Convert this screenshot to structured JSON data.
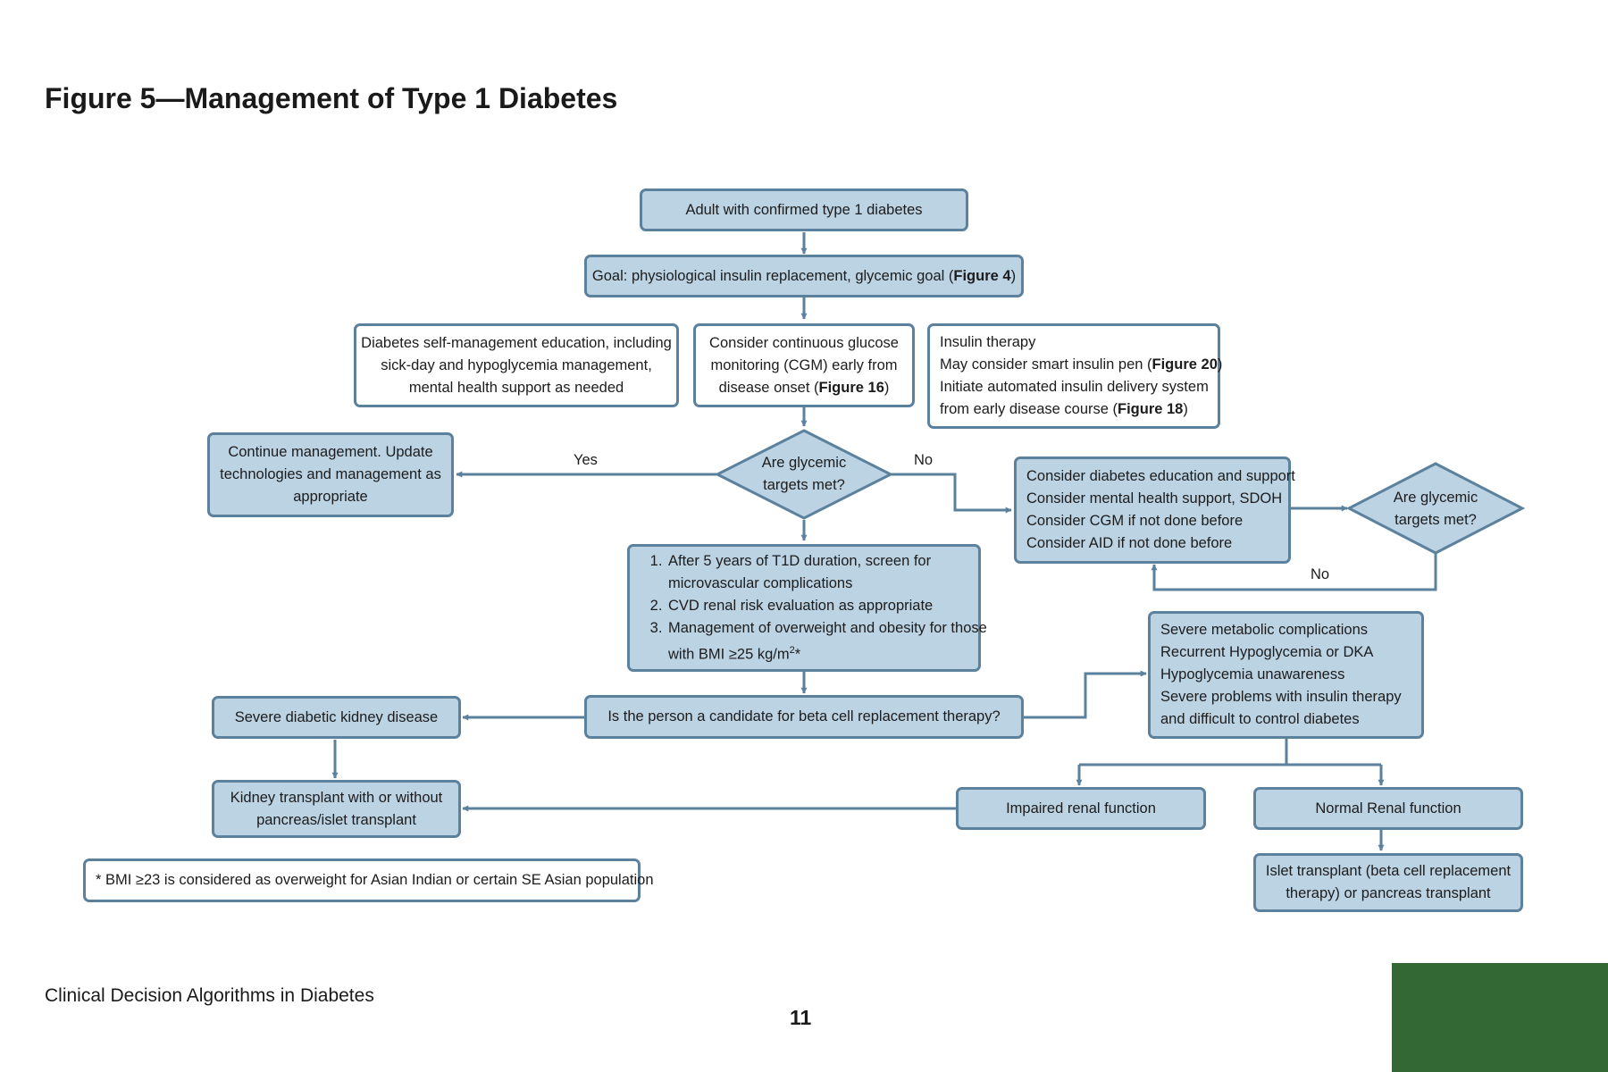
{
  "figure": {
    "title": "Figure 5—Management of Type 1 Diabetes"
  },
  "nodes": {
    "start": "Adult with confirmed type 1 diabetes",
    "goal": {
      "text": "Goal: physiological insulin replacement, glycemic goal (",
      "ref": "Figure 4",
      "close": ")"
    },
    "dsme": [
      "Diabetes self-management education, including",
      "sick-day and hypoglycemia management,",
      "mental health support as needed"
    ],
    "cgm": {
      "line1": "Consider continuous glucose",
      "line2": "monitoring (CGM) early from",
      "line3_pre": "disease onset (",
      "ref": "Figure 16",
      "close": ")"
    },
    "insulin": {
      "line1": "Insulin therapy",
      "line2_pre": "May consider smart insulin pen (",
      "ref2": "Figure 20",
      "line3": "Initiate automated insulin delivery system",
      "line4_pre": "from early disease course (",
      "ref4": "Figure 18",
      "close": ")"
    },
    "decision_main": [
      "Are glycemic",
      "targets met?"
    ],
    "continue": [
      "Continue management. Update",
      "technologies and management as",
      "appropriate"
    ],
    "consider": [
      "Consider diabetes education and support",
      "Consider mental health support, SDOH",
      "Consider CGM if not done before",
      "Consider AID if not done before"
    ],
    "decision_right": [
      "Are glycemic",
      "targets met?"
    ],
    "screening": {
      "item1": [
        "After 5 years of T1D duration, screen for",
        "microvascular complications"
      ],
      "item2": "CVD renal risk evaluation as appropriate",
      "item3": [
        "Management of overweight and obesity for those",
        "with BMI ≥25 kg/m",
        "2",
        "*"
      ]
    },
    "candidate": "Is the person a candidate for beta cell replacement therapy?",
    "severe_kidney": "Severe diabetic kidney disease",
    "complications": [
      "Severe metabolic complications",
      "Recurrent Hypoglycemia or DKA",
      "Hypoglycemia unawareness",
      "Severe problems with insulin therapy",
      "and difficult to control diabetes"
    ],
    "kidney_tx": [
      "Kidney transplant with or without",
      "pancreas/islet transplant"
    ],
    "impaired": "Impaired renal function",
    "normal": "Normal Renal function",
    "islet": [
      "Islet transplant (beta cell replacement",
      "therapy) or pancreas transplant"
    ],
    "footnote": "* BMI ≥23 is considered as overweight for Asian Indian or certain SE Asian population"
  },
  "labels": {
    "yes": "Yes",
    "no_main": "No",
    "no_loop": "No"
  },
  "footer": {
    "text": "Clinical Decision Algorithms in Diabetes",
    "page": "11"
  },
  "colors": {
    "box_fill": "#bcd3e3",
    "box_border": "#5b819d",
    "accent_green": "#336733"
  }
}
